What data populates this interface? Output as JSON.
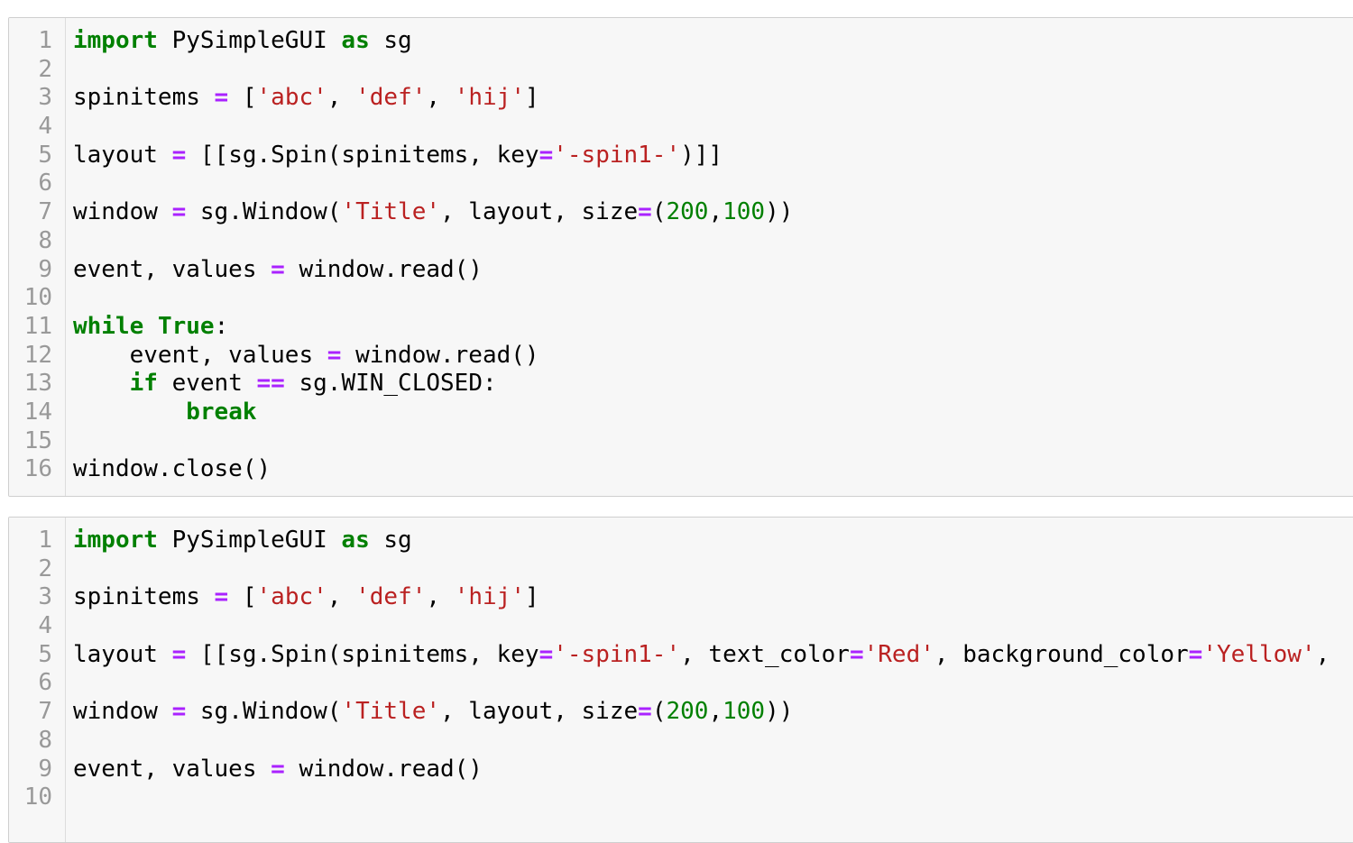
{
  "cells": [
    {
      "lines": [
        {
          "n": "1",
          "tokens": [
            [
              "kw",
              "import"
            ],
            [
              "t",
              " PySimpleGUI "
            ],
            [
              "kw",
              "as"
            ],
            [
              "t",
              " sg"
            ]
          ]
        },
        {
          "n": "2",
          "tokens": []
        },
        {
          "n": "3",
          "tokens": [
            [
              "t",
              "spinitems "
            ],
            [
              "op",
              "="
            ],
            [
              "t",
              " ["
            ],
            [
              "str",
              "'abc'"
            ],
            [
              "t",
              ", "
            ],
            [
              "str",
              "'def'"
            ],
            [
              "t",
              ", "
            ],
            [
              "str",
              "'hij'"
            ],
            [
              "t",
              "]"
            ]
          ]
        },
        {
          "n": "4",
          "tokens": []
        },
        {
          "n": "5",
          "tokens": [
            [
              "t",
              "layout "
            ],
            [
              "op",
              "="
            ],
            [
              "t",
              " [[sg.Spin(spinitems, key"
            ],
            [
              "op",
              "="
            ],
            [
              "str",
              "'-spin1-'"
            ],
            [
              "t",
              ")]]"
            ]
          ]
        },
        {
          "n": "6",
          "tokens": []
        },
        {
          "n": "7",
          "tokens": [
            [
              "t",
              "window "
            ],
            [
              "op",
              "="
            ],
            [
              "t",
              " sg.Window("
            ],
            [
              "str",
              "'Title'"
            ],
            [
              "t",
              ", layout, size"
            ],
            [
              "op",
              "="
            ],
            [
              "t",
              "("
            ],
            [
              "num",
              "200"
            ],
            [
              "t",
              ","
            ],
            [
              "num",
              "100"
            ],
            [
              "t",
              "))"
            ]
          ]
        },
        {
          "n": "8",
          "tokens": []
        },
        {
          "n": "9",
          "tokens": [
            [
              "t",
              "event, values "
            ],
            [
              "op",
              "="
            ],
            [
              "t",
              " window.read()"
            ]
          ]
        },
        {
          "n": "10",
          "tokens": []
        },
        {
          "n": "11",
          "tokens": [
            [
              "kw",
              "while"
            ],
            [
              "t",
              " "
            ],
            [
              "kw",
              "True"
            ],
            [
              "t",
              ":"
            ]
          ]
        },
        {
          "n": "12",
          "tokens": [
            [
              "t",
              "    event, values "
            ],
            [
              "op",
              "="
            ],
            [
              "t",
              " window.read()"
            ]
          ]
        },
        {
          "n": "13",
          "tokens": [
            [
              "t",
              "    "
            ],
            [
              "kw",
              "if"
            ],
            [
              "t",
              " event "
            ],
            [
              "op",
              "=="
            ],
            [
              "t",
              " sg.WIN_CLOSED:"
            ]
          ]
        },
        {
          "n": "14",
          "tokens": [
            [
              "t",
              "        "
            ],
            [
              "kw",
              "break"
            ]
          ]
        },
        {
          "n": "15",
          "tokens": []
        },
        {
          "n": "16",
          "tokens": [
            [
              "t",
              "window.close()"
            ]
          ]
        }
      ]
    },
    {
      "lines": [
        {
          "n": "1",
          "tokens": [
            [
              "kw",
              "import"
            ],
            [
              "t",
              " PySimpleGUI "
            ],
            [
              "kw",
              "as"
            ],
            [
              "t",
              " sg"
            ]
          ]
        },
        {
          "n": "2",
          "tokens": []
        },
        {
          "n": "3",
          "tokens": [
            [
              "t",
              "spinitems "
            ],
            [
              "op",
              "="
            ],
            [
              "t",
              " ["
            ],
            [
              "str",
              "'abc'"
            ],
            [
              "t",
              ", "
            ],
            [
              "str",
              "'def'"
            ],
            [
              "t",
              ", "
            ],
            [
              "str",
              "'hij'"
            ],
            [
              "t",
              "]"
            ]
          ]
        },
        {
          "n": "4",
          "tokens": []
        },
        {
          "n": "5",
          "tokens": [
            [
              "t",
              "layout "
            ],
            [
              "op",
              "="
            ],
            [
              "t",
              " [[sg.Spin(spinitems, key"
            ],
            [
              "op",
              "="
            ],
            [
              "str",
              "'-spin1-'"
            ],
            [
              "t",
              ", text_color"
            ],
            [
              "op",
              "="
            ],
            [
              "str",
              "'Red'"
            ],
            [
              "t",
              ", background_color"
            ],
            [
              "op",
              "="
            ],
            [
              "str",
              "'Yellow'"
            ],
            [
              "t",
              ", "
            ]
          ]
        },
        {
          "n": "6",
          "tokens": []
        },
        {
          "n": "7",
          "tokens": [
            [
              "t",
              "window "
            ],
            [
              "op",
              "="
            ],
            [
              "t",
              " sg.Window("
            ],
            [
              "str",
              "'Title'"
            ],
            [
              "t",
              ", layout, size"
            ],
            [
              "op",
              "="
            ],
            [
              "t",
              "("
            ],
            [
              "num",
              "200"
            ],
            [
              "t",
              ","
            ],
            [
              "num",
              "100"
            ],
            [
              "t",
              "))"
            ]
          ]
        },
        {
          "n": "8",
          "tokens": []
        },
        {
          "n": "9",
          "tokens": [
            [
              "t",
              "event, values "
            ],
            [
              "op",
              "="
            ],
            [
              "t",
              " window.read()"
            ]
          ]
        },
        {
          "n": "10",
          "tokens": []
        }
      ]
    }
  ]
}
